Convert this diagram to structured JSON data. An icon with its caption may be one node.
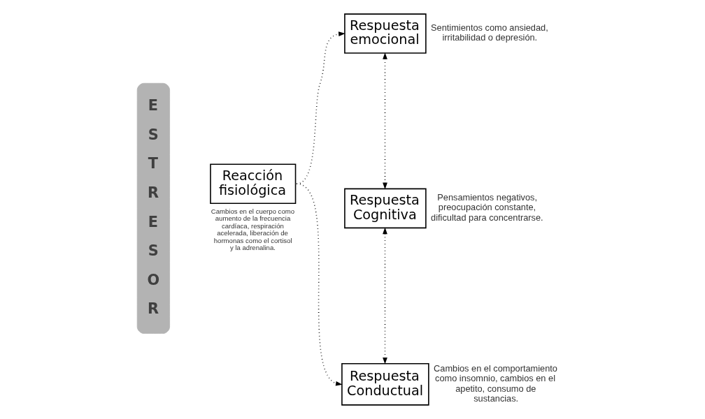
{
  "diagram": {
    "nodes": [
      {
        "text": [
          "ESTRESOR"
        ]
      },
      {
        "text": [
          "Reacción fisiológica"
        ],
        "beside": [
          "Cambios en el cuerpo como aumento de la frecuencia cardíaca, respiración acelerada, liberación de hormonas como el cortisol y la adrenalina."
        ]
      },
      {
        "text": [
          "Respuesta emocional"
        ],
        "beside": [
          "Sentimientos como ansiedad, irritabilidad o depresión."
        ]
      },
      {
        "text": [
          "Respuesta Cognitiva"
        ],
        "beside": [
          "Pensamientos negativos, preocupación constante, dificultad para concentrarse."
        ]
      },
      {
        "text": [
          "Respuesta Conductual"
        ],
        "beside": [
          "Cambios en el comportamiento como insomnio, cambios en el apetito, consumo de sustancias."
        ]
      }
    ],
    "edges": [
      {
        "from": 1,
        "to": 2,
        "arrow": "to"
      },
      {
        "from": 1,
        "to": 4,
        "arrow": "to"
      },
      {
        "from": 2,
        "to": 3,
        "arrow": "both"
      },
      {
        "from": 3,
        "to": 4,
        "arrow": "both"
      }
    ]
  }
}
